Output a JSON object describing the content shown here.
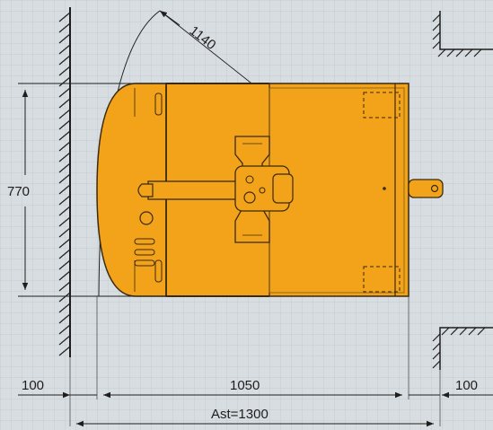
{
  "colors": {
    "background": "#d7dde0",
    "body": "#f2a31a",
    "body_stroke": "#3a2a10",
    "ink": "#1e1e1e"
  },
  "dimensions": {
    "turning_radius": "1140",
    "width": "770",
    "clearance_left": "100",
    "length": "1050",
    "clearance_right": "100",
    "aisle": "Ast=1300"
  }
}
